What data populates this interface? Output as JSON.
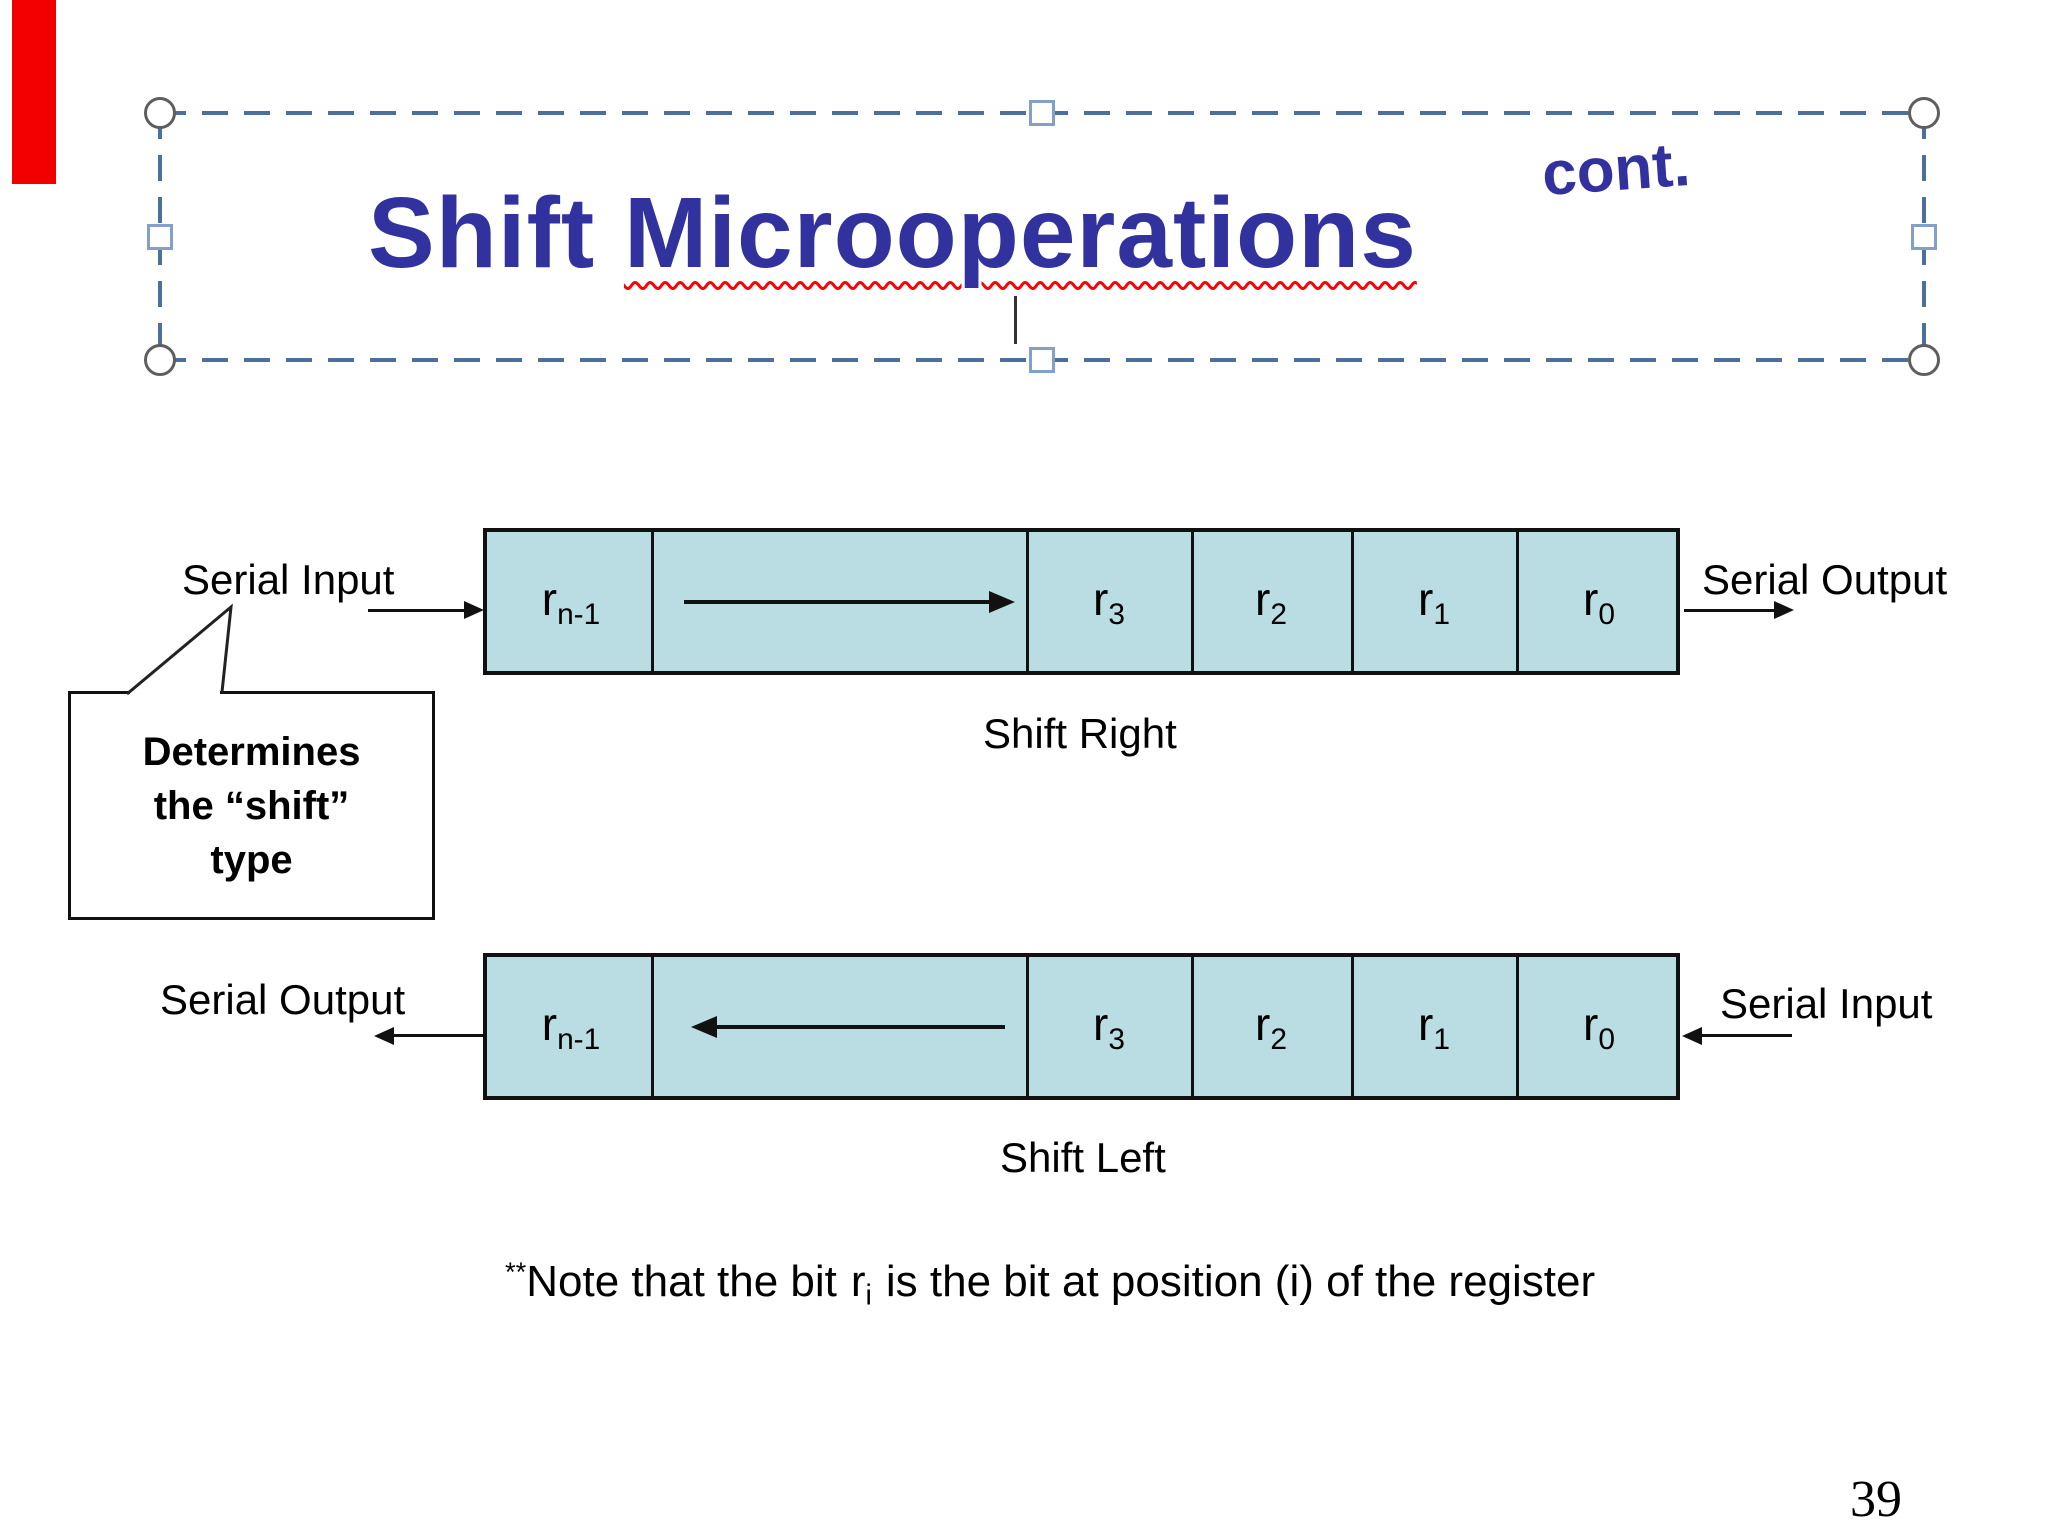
{
  "page_number": "39",
  "title": {
    "part1": "Shift ",
    "part2": "Microoperations",
    "cont": "cont."
  },
  "labels": {
    "serial_input": "Serial Input",
    "serial_output": "Serial Output"
  },
  "captions": {
    "shift_right": "Shift Right",
    "shift_left": "Shift Left"
  },
  "callout": {
    "lines": [
      "Determines",
      "the “shift”",
      "type"
    ]
  },
  "cells": [
    {
      "base": "r",
      "sub": "n-1"
    },
    {
      "base": "r",
      "sub": "3"
    },
    {
      "base": "r",
      "sub": "2"
    },
    {
      "base": "r",
      "sub": "1"
    },
    {
      "base": "r",
      "sub": "0"
    }
  ],
  "note": {
    "stars": "**",
    "prefix": "Note that the bit",
    "bit_base": "r",
    "bit_sub": "i",
    "suffix": "is the bit at position (i) of the register"
  },
  "colors": {
    "title": "#32329e",
    "register_fill": "#b9dde3",
    "selection_border": "#4c6f9b",
    "squiggle_underline": "#ff0000",
    "red_bar": "#f20000",
    "diagram_line": "#111111"
  }
}
